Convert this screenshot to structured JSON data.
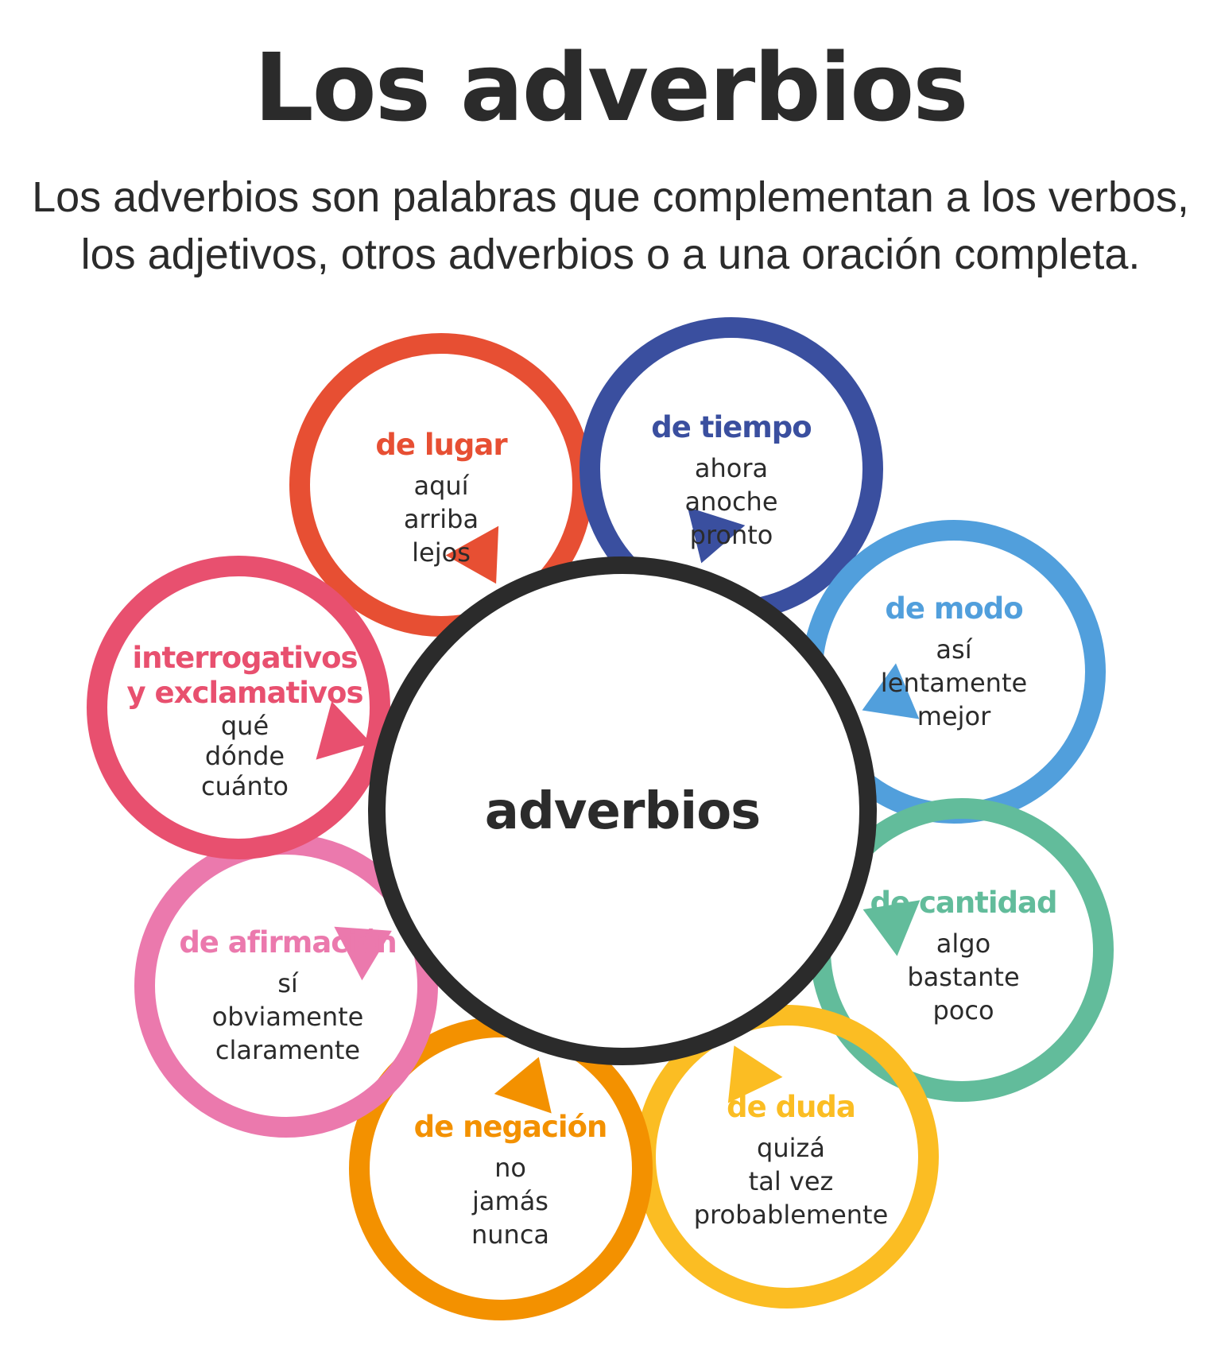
{
  "title": "Los adverbios",
  "subtitle": {
    "line1": "Los adverbios son palabras que complementan a los verbos,",
    "line2": "los adjetivos, otros adverbios o a una oración completa."
  },
  "center": {
    "label": "adverbios",
    "color": "#2b2b2b"
  },
  "categories": [
    {
      "heading": [
        "de lugar"
      ],
      "items": [
        "aquí",
        "arriba",
        "lejos"
      ],
      "color": "#e74f33"
    },
    {
      "heading": [
        "de tiempo"
      ],
      "items": [
        "ahora",
        "anoche",
        "pronto"
      ],
      "color": "#3a4f9f"
    },
    {
      "heading": [
        "de modo"
      ],
      "items": [
        "así",
        "lentamente",
        "mejor"
      ],
      "color": "#519fdc"
    },
    {
      "heading": [
        "de cantidad"
      ],
      "items": [
        "algo",
        "bastante",
        "poco"
      ],
      "color": "#62bc9b"
    },
    {
      "heading": [
        "de duda"
      ],
      "items": [
        "quizá",
        "tal vez",
        "probablemente"
      ],
      "color": "#fbbd23"
    },
    {
      "heading": [
        "de negación"
      ],
      "items": [
        "no",
        "jamás",
        "nunca"
      ],
      "color": "#f39100"
    },
    {
      "heading": [
        "de afirmación"
      ],
      "items": [
        "sí",
        "obviamente",
        "claramente"
      ],
      "color": "#eb79ad"
    },
    {
      "heading": [
        "interrogativos",
        "y exclamativos"
      ],
      "items": [
        "qué",
        "dónde",
        "cuánto"
      ],
      "color": "#e8506f"
    }
  ]
}
